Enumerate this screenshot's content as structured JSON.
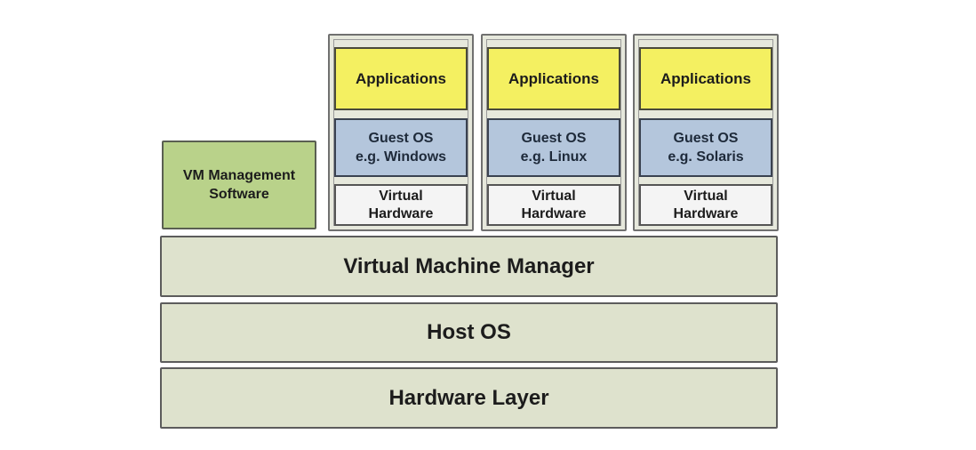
{
  "diagram": {
    "management": {
      "label_line1": "VM Management",
      "label_line2": "Software"
    },
    "virtual_machines": [
      {
        "applications": "Applications",
        "guest_os_line1": "Guest OS",
        "guest_os_line2": "e.g. Windows",
        "virtual_hardware_line1": "Virtual",
        "virtual_hardware_line2": "Hardware"
      },
      {
        "applications": "Applications",
        "guest_os_line1": "Guest OS",
        "guest_os_line2": "e.g. Linux",
        "virtual_hardware_line1": "Virtual",
        "virtual_hardware_line2": "Hardware"
      },
      {
        "applications": "Applications",
        "guest_os_line1": "Guest OS",
        "guest_os_line2": "e.g. Solaris",
        "virtual_hardware_line1": "Virtual",
        "virtual_hardware_line2": "Hardware"
      }
    ],
    "layers": {
      "vmm": "Virtual Machine Manager",
      "host_os": "Host OS",
      "hardware": "Hardware Layer"
    },
    "colors": {
      "applications": "#f4f061",
      "guest_os": "#b4c6dc",
      "virtual_hardware": "#f4f4f4",
      "management": "#b9d28a",
      "layers": "#dee2cd"
    }
  }
}
